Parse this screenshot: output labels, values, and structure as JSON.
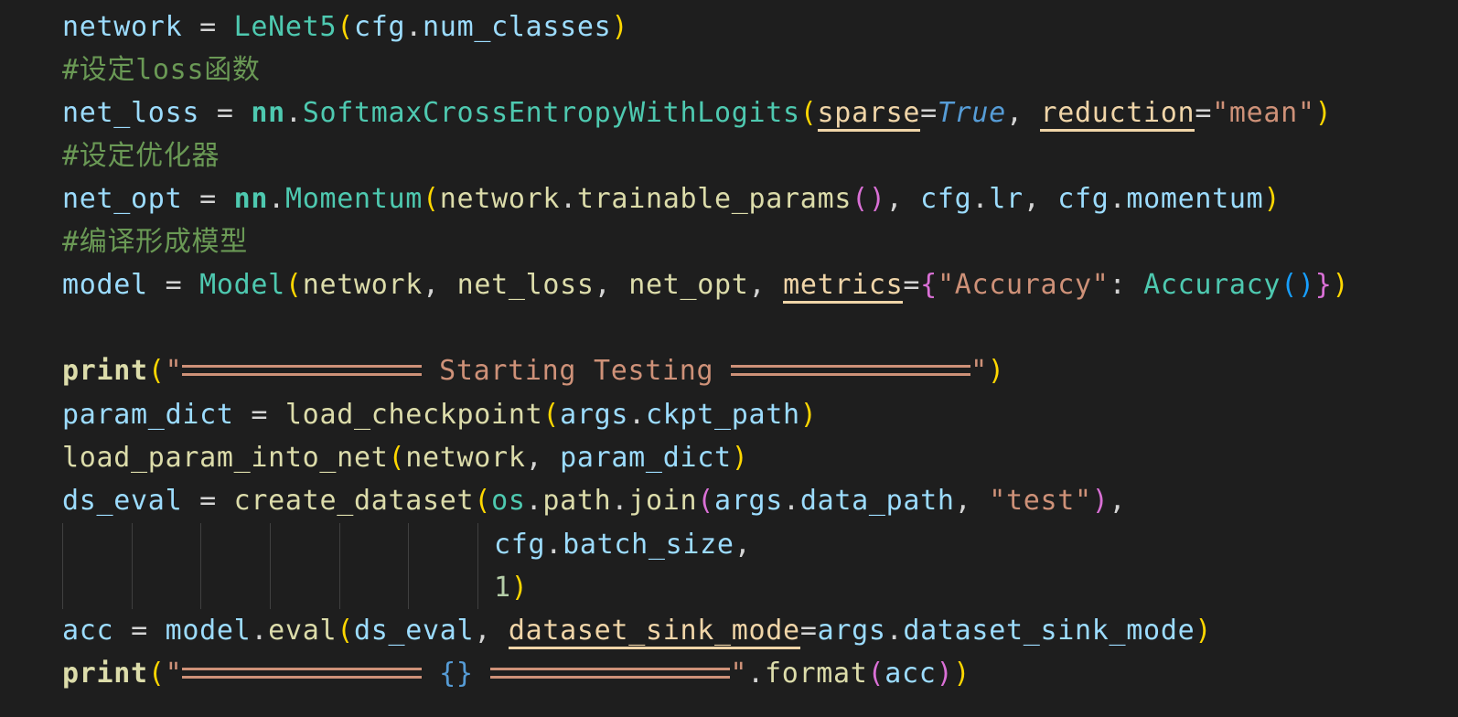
{
  "editor": {
    "background": "#1e1e1e",
    "language": "python",
    "lines": [
      {
        "id": "l1",
        "text": "network = LeNet5(cfg.num_classes)"
      },
      {
        "id": "l2",
        "text": "#设定loss函数"
      },
      {
        "id": "l3",
        "text": "net_loss = nn.SoftmaxCrossEntropyWithLogits(sparse=True, reduction=\"mean\")"
      },
      {
        "id": "l4",
        "text": "#设定优化器"
      },
      {
        "id": "l5",
        "text": "net_opt = nn.Momentum(network.trainable_params(), cfg.lr, cfg.momentum)"
      },
      {
        "id": "l6",
        "text": "#编译形成模型"
      },
      {
        "id": "l7",
        "text": "model = Model(network, net_loss, net_opt, metrics={\"Accuracy\": Accuracy()})"
      },
      {
        "id": "l8",
        "text": ""
      },
      {
        "id": "l9",
        "text": "print(\"============== Starting Testing ==============\")"
      },
      {
        "id": "l10",
        "text": "param_dict = load_checkpoint(args.ckpt_path)"
      },
      {
        "id": "l11",
        "text": "load_param_into_net(network, param_dict)"
      },
      {
        "id": "l12",
        "text": "ds_eval = create_dataset(os.path.join(args.data_path, \"test\"),"
      },
      {
        "id": "l13",
        "text": "                        cfg.batch_size,"
      },
      {
        "id": "l14",
        "text": "                        1)"
      },
      {
        "id": "l15",
        "text": "acc = model.eval(ds_eval, dataset_sink_mode=args.dataset_sink_mode)"
      },
      {
        "id": "l16",
        "text": "print(\"============== {} ==============\".format(acc))"
      }
    ],
    "tokens": {
      "network": "network",
      "eq": "=",
      "LeNet5": "LeNet5",
      "lp": "(",
      "rp": ")",
      "dot": ".",
      "comma": ",",
      "sp": " ",
      "cfg": "cfg",
      "num_classes": "num_classes",
      "comment_loss": "#设定loss函数",
      "net_loss": "net_loss",
      "nn": "nn",
      "SoftmaxCrossEntropyWithLogits": "SoftmaxCrossEntropyWithLogits",
      "sparse": "sparse",
      "True": "True",
      "reduction": "reduction",
      "mean_str": "\"mean\"",
      "comment_opt": "#设定优化器",
      "net_opt": "net_opt",
      "Momentum": "Momentum",
      "trainable_params": "trainable_params",
      "lr": "lr",
      "momentum": "momentum",
      "comment_model": "#编译形成模型",
      "model": "model",
      "Model": "Model",
      "metrics": "metrics",
      "lb": "{",
      "rb": "}",
      "accuracy_str": "\"Accuracy\"",
      "colon": ":",
      "Accuracy": "Accuracy",
      "print": "print",
      "quote": "\"",
      "starting_testing": " Starting Testing ",
      "param_dict": "param_dict",
      "load_checkpoint": "load_checkpoint",
      "args": "args",
      "ckpt_path": "ckpt_path",
      "load_param_into_net": "load_param_into_net",
      "ds_eval": "ds_eval",
      "create_dataset": "create_dataset",
      "os": "os",
      "path": "path",
      "join": "join",
      "data_path": "data_path",
      "test_str": "\"test\"",
      "batch_size": "batch_size",
      "one": "1",
      "acc": "acc",
      "eval": "eval",
      "dataset_sink_mode": "dataset_sink_mode",
      "fmt_braces": "{}",
      "format": "format"
    },
    "equals_ligature_count": 14
  }
}
